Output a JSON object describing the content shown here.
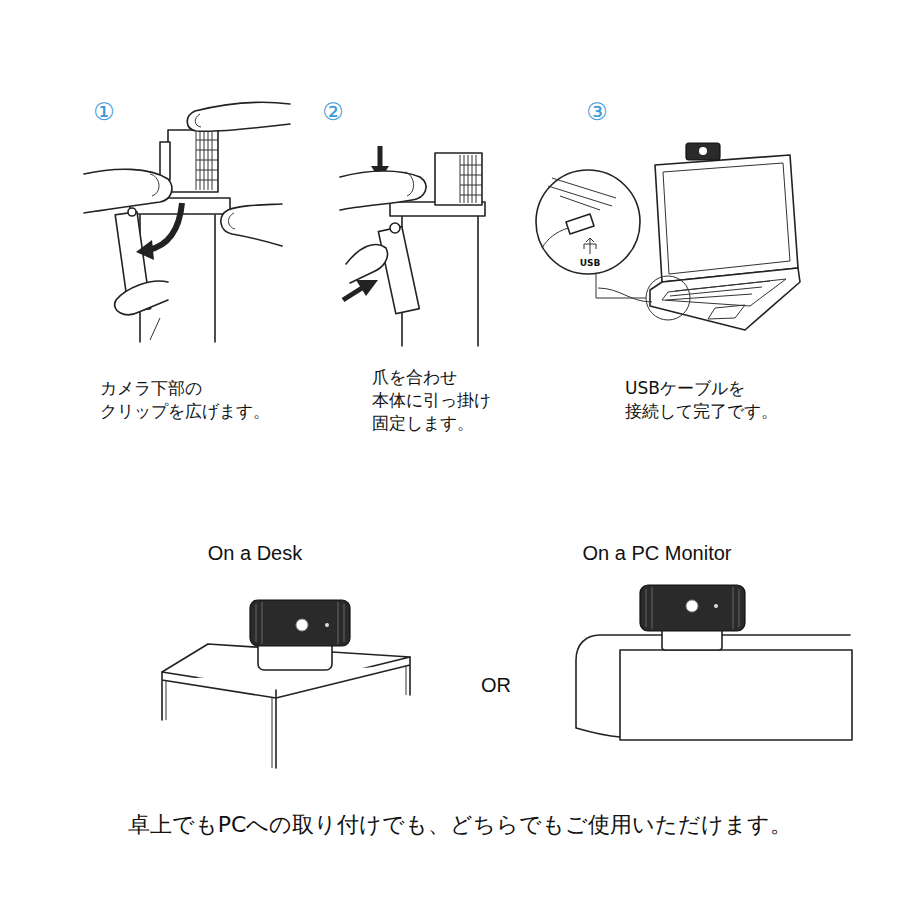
{
  "diagram": {
    "caption": "卓上でもPCへの取り付けでも、どちらでもご使用いただけます。",
    "labels": [
      "①",
      "②",
      "③",
      "USB",
      "カメラ下部の クリップを広げます。",
      "爪を合わせ 本体に引っ掛け 固定します。",
      "USBケーブルを 接続して完了です。",
      "On a Desk",
      "OR",
      "On a PC Monitor"
    ]
  }
}
